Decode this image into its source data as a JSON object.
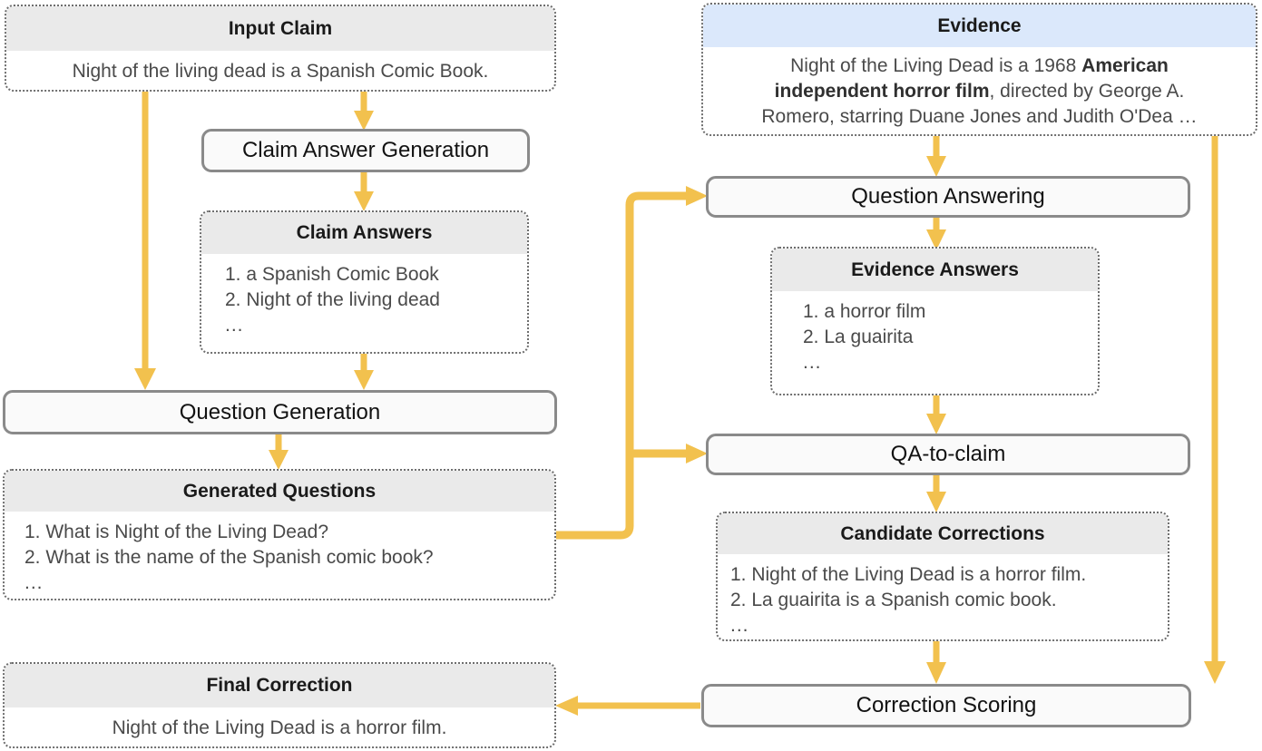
{
  "diagram": {
    "title": "Claim correction pipeline",
    "accent_color": "#f2c14e",
    "header_gray": "#eaeaea",
    "header_blue": "#dbe8fb",
    "process_border": "#8a8a8a"
  },
  "boxes": {
    "input_claim": {
      "header": "Input Claim",
      "line1": "Night of the living dead is a Spanish Comic Book."
    },
    "claim_answer_generation": {
      "label": "Claim Answer Generation"
    },
    "claim_answers": {
      "header": "Claim Answers",
      "item1": "1. a Spanish Comic Book",
      "item2": "2. Night of the living dead",
      "ellipsis": "..."
    },
    "question_generation": {
      "label": "Question Generation"
    },
    "generated_questions": {
      "header": "Generated Questions",
      "item1": "1. What is Night of the Living Dead?",
      "item2": "2. What is the name of the Spanish comic book?",
      "ellipsis": "..."
    },
    "final_correction": {
      "header": "Final Correction",
      "line1": "Night of the Living Dead is a horror film."
    },
    "evidence": {
      "header": "Evidence",
      "line1_a": "Night of the Living Dead is a 1968 ",
      "line1_b": "American",
      "line2_a": "independent horror film",
      "line2_b": ", directed by George A.",
      "line3": "Romero, starring Duane Jones and Judith O'Dea …"
    },
    "question_answering": {
      "label": "Question Answering"
    },
    "evidence_answers": {
      "header": "Evidence Answers",
      "item1": "1. a horror film",
      "item2": "2. La guairita",
      "ellipsis": "..."
    },
    "qa_to_claim": {
      "label": "QA-to-claim"
    },
    "candidate_corrections": {
      "header": "Candidate Corrections",
      "item1": "1. Night of the Living Dead is a horror film.",
      "item2": "2. La guairita is a Spanish comic book.",
      "ellipsis": "..."
    },
    "correction_scoring": {
      "label": "Correction Scoring"
    }
  },
  "flow_edges": [
    {
      "name": "input-claim-to-claim-answer-generation",
      "from": "input_claim",
      "to": "claim_answer_generation"
    },
    {
      "name": "input-claim-to-question-generation",
      "from": "input_claim",
      "to": "question_generation"
    },
    {
      "name": "claim-answer-generation-to-claim-answers",
      "from": "claim_answer_generation",
      "to": "claim_answers"
    },
    {
      "name": "claim-answers-to-question-generation",
      "from": "claim_answers",
      "to": "question_generation"
    },
    {
      "name": "question-generation-to-generated-questions",
      "from": "question_generation",
      "to": "generated_questions"
    },
    {
      "name": "generated-questions-to-question-answering",
      "from": "generated_questions",
      "to": "question_answering"
    },
    {
      "name": "generated-questions-to-qa-to-claim",
      "from": "generated_questions",
      "to": "qa_to_claim"
    },
    {
      "name": "evidence-to-question-answering",
      "from": "evidence",
      "to": "question_answering"
    },
    {
      "name": "evidence-to-correction-scoring",
      "from": "evidence",
      "to": "correction_scoring"
    },
    {
      "name": "question-answering-to-evidence-answers",
      "from": "question_answering",
      "to": "evidence_answers"
    },
    {
      "name": "evidence-answers-to-qa-to-claim",
      "from": "evidence_answers",
      "to": "qa_to_claim"
    },
    {
      "name": "qa-to-claim-to-candidate-corrections",
      "from": "qa_to_claim",
      "to": "candidate_corrections"
    },
    {
      "name": "candidate-corrections-to-correction-scoring",
      "from": "candidate_corrections",
      "to": "correction_scoring"
    },
    {
      "name": "correction-scoring-to-final-correction",
      "from": "correction_scoring",
      "to": "final_correction"
    }
  ]
}
